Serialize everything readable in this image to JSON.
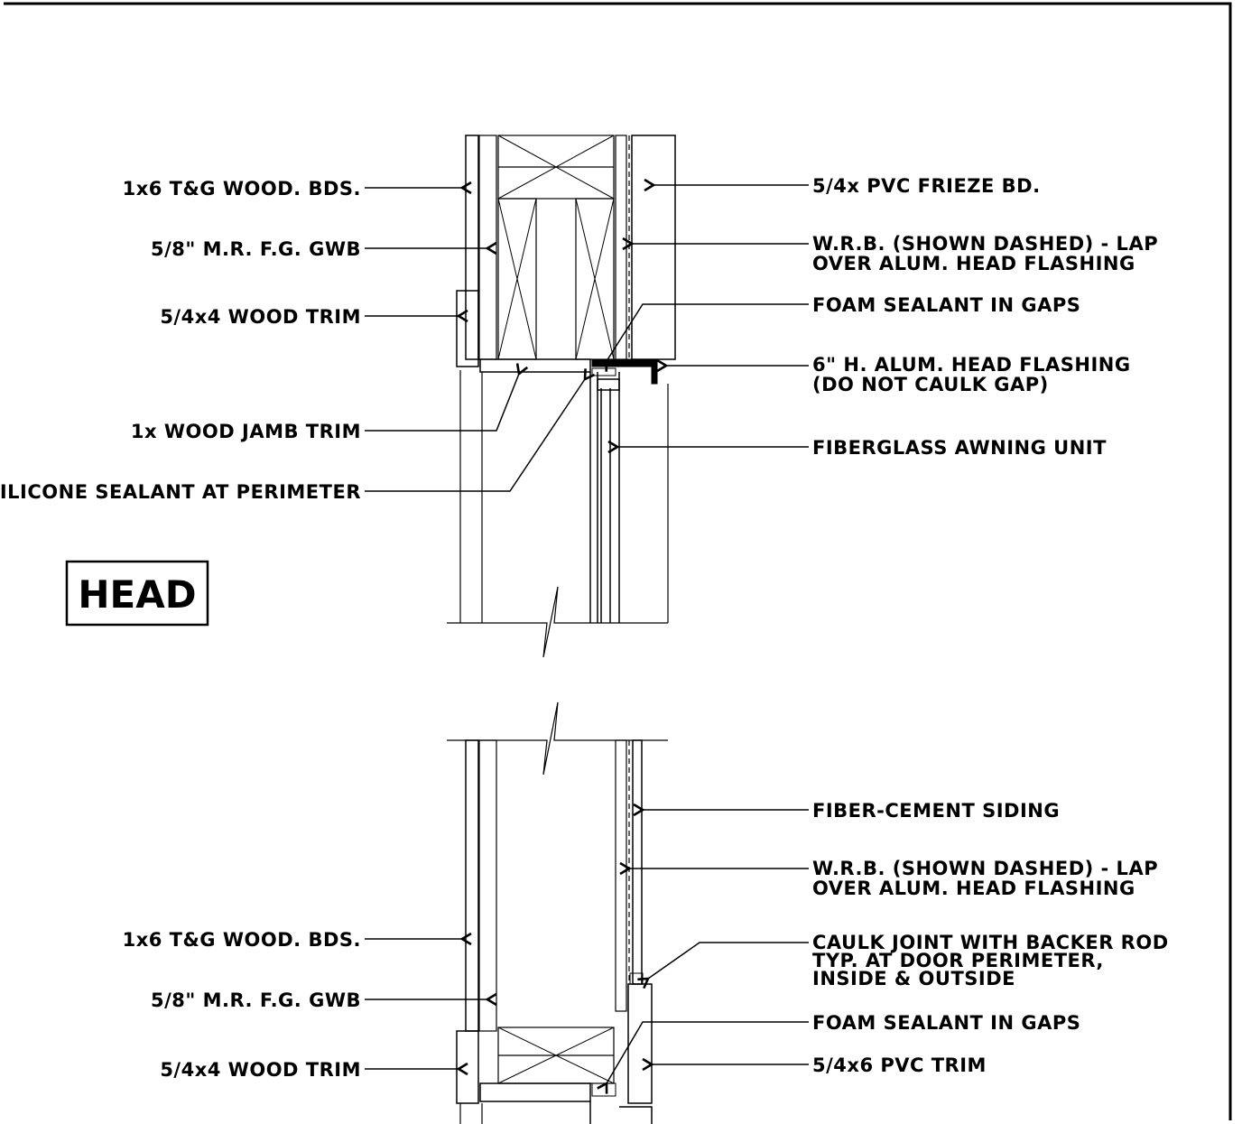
{
  "title_box": {
    "text": "HEAD"
  },
  "head_labels_left": [
    "1x6 T&G WOOD. BDS.",
    "5/8\" M.R. F.G. GWB",
    "5/4x4 WOOD TRIM",
    "1x WOOD JAMB TRIM",
    "SILICONE SEALANT AT PERIMETER"
  ],
  "head_labels_right": [
    [
      "5/4x PVC FRIEZE BD."
    ],
    [
      "W.R.B. (SHOWN DASHED) - LAP",
      "OVER ALUM. HEAD FLASHING"
    ],
    [
      "FOAM SEALANT IN GAPS"
    ],
    [
      "6\" H. ALUM. HEAD FLASHING",
      "(DO NOT CAULK GAP)"
    ],
    [
      "FIBERGLASS AWNING UNIT"
    ]
  ],
  "sill_labels_left": [
    "1x6 T&G WOOD. BDS.",
    "5/8\" M.R. F.G. GWB",
    "5/4x4 WOOD TRIM"
  ],
  "sill_labels_right": [
    [
      "FIBER-CEMENT SIDING"
    ],
    [
      "W.R.B. (SHOWN DASHED) - LAP",
      "OVER ALUM. HEAD FLASHING"
    ],
    [
      "CAULK JOINT WITH BACKER ROD",
      "TYP. AT DOOR PERIMETER,",
      "INSIDE & OUTSIDE"
    ],
    [
      "FOAM SEALANT IN GAPS"
    ],
    [
      "5/4x6 PVC TRIM"
    ]
  ]
}
